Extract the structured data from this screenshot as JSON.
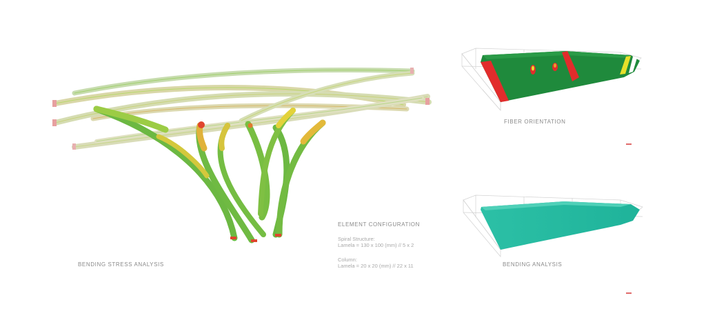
{
  "labels": {
    "bending_stress": "BENDING STRESS ANALYSIS",
    "fiber_orientation": "FIBER ORIENTATION",
    "bending_analysis": "BENDING ANALYSIS"
  },
  "configuration": {
    "title": "ELEMENT CONFIGURATION",
    "groups": [
      {
        "name": "Spiral Structure:",
        "spec": "Lamela = 130 x 100 (mm) // 5 x 2"
      },
      {
        "name": "Column:",
        "spec": "Lamela = 20 x 20 (mm) // 22 x 11"
      }
    ]
  },
  "colors": {
    "stress_low": "#7cc242",
    "stress_mid": "#e0d83a",
    "stress_high": "#e0452e",
    "fiber_main": "#1f8a3c",
    "fiber_edge": "#e22c2c",
    "fiber_accent": "#e6e02a",
    "bending_fill": "#2bbfa5",
    "wire": "#c9c9c9"
  }
}
